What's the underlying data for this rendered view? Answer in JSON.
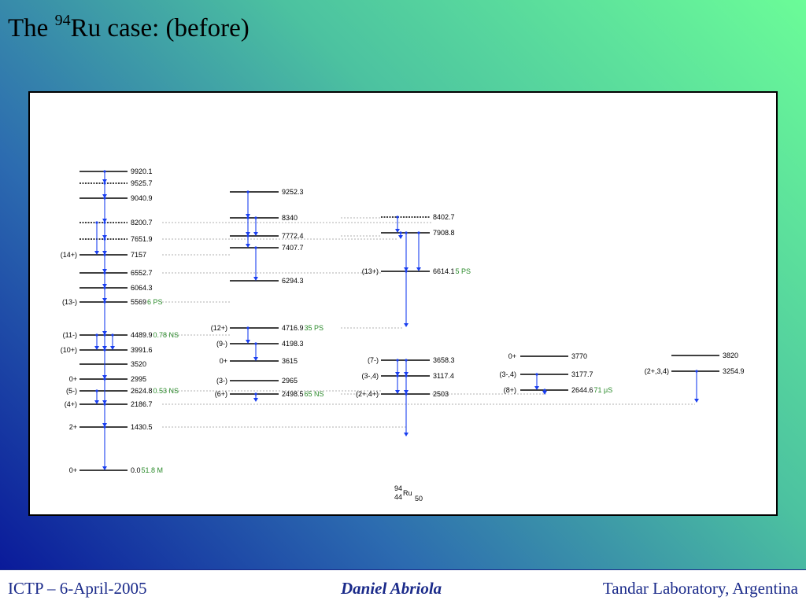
{
  "title": {
    "prefix": "The ",
    "mass": "94",
    "suffix": "Ru case:  (before)"
  },
  "footer": {
    "left": "ICTP – 6-April-2005",
    "center": "Daniel Abriola",
    "right": "Tandar Laboratory, Argentina"
  },
  "nucleus": {
    "mass": "94",
    "z": "44",
    "symbol": "Ru",
    "n": "50"
  },
  "colors": {
    "transition": "#1a3ff0",
    "lifetime": "#2a8a2a",
    "level": "#000000",
    "dotted": "#999999"
  },
  "bands": [
    {
      "id": "b1",
      "levels": [
        {
          "energy": "9920.1",
          "spin": "",
          "style": "solid"
        },
        {
          "energy": "9525.7",
          "spin": "",
          "style": "dotted"
        },
        {
          "energy": "9040.9",
          "spin": "",
          "style": "solid"
        },
        {
          "energy": "8200.7",
          "spin": "",
          "style": "dotted"
        },
        {
          "energy": "7651.9",
          "spin": "",
          "style": "dotted"
        },
        {
          "energy": "7157",
          "spin": "(14+)",
          "style": "solid"
        },
        {
          "energy": "6552.7",
          "spin": "",
          "style": "solid"
        },
        {
          "energy": "6064.3",
          "spin": "",
          "style": "solid"
        },
        {
          "energy": "5569",
          "spin": "(13-)",
          "style": "solid",
          "lifetime": "6 PS"
        },
        {
          "energy": "4489.9",
          "spin": "(11-)",
          "style": "solid",
          "lifetime": "0.78 NS"
        },
        {
          "energy": "3991.6",
          "spin": "(10+)",
          "style": "solid"
        },
        {
          "energy": "3520",
          "spin": "",
          "style": "solid"
        },
        {
          "energy": "2995",
          "spin": "0+",
          "style": "solid"
        },
        {
          "energy": "2624.8",
          "spin": "(5-)",
          "style": "solid",
          "lifetime": "0.53 NS"
        },
        {
          "energy": "2186.7",
          "spin": "(4+)",
          "style": "solid"
        },
        {
          "energy": "1430.5",
          "spin": "2+",
          "style": "solid"
        },
        {
          "energy": "0.0",
          "spin": "0+",
          "style": "solid",
          "lifetime": "51.8 M"
        }
      ]
    },
    {
      "id": "b2",
      "levels": [
        {
          "energy": "9252.3",
          "spin": "",
          "style": "solid"
        },
        {
          "energy": "8340",
          "spin": "",
          "style": "solid"
        },
        {
          "energy": "7772.4",
          "spin": "",
          "style": "solid"
        },
        {
          "energy": "7407.7",
          "spin": "",
          "style": "solid"
        },
        {
          "energy": "6294.3",
          "spin": "",
          "style": "solid"
        },
        {
          "energy": "4716.9",
          "spin": "(12+)",
          "style": "solid",
          "lifetime": "35 PS"
        },
        {
          "energy": "4198.3",
          "spin": "(9-)",
          "style": "solid"
        },
        {
          "energy": "3615",
          "spin": "0+",
          "style": "solid"
        },
        {
          "energy": "2965",
          "spin": "(3-)",
          "style": "solid"
        },
        {
          "energy": "2498.5",
          "spin": "(6+)",
          "style": "solid",
          "lifetime": "65 NS"
        }
      ]
    },
    {
      "id": "b3",
      "levels": [
        {
          "energy": "8402.7",
          "spin": "",
          "style": "dotted"
        },
        {
          "energy": "7908.8",
          "spin": "",
          "style": "solid"
        },
        {
          "energy": "6614.1",
          "spin": "(13+)",
          "style": "solid",
          "lifetime": "5 PS"
        },
        {
          "energy": "3658.3",
          "spin": "(7-)",
          "style": "solid"
        },
        {
          "energy": "3117.4",
          "spin": "(3-,4)",
          "style": "solid"
        },
        {
          "energy": "2503",
          "spin": "(2+,4+)",
          "style": "solid"
        }
      ]
    },
    {
      "id": "b4",
      "levels": [
        {
          "energy": "3770",
          "spin": "0+",
          "style": "solid"
        },
        {
          "energy": "3177.7",
          "spin": "(3-,4)",
          "style": "solid"
        },
        {
          "energy": "2644.6",
          "spin": "(8+)",
          "style": "solid",
          "lifetime": "71 μS"
        }
      ]
    },
    {
      "id": "b5",
      "levels": [
        {
          "energy": "3820",
          "spin": "",
          "style": "solid"
        },
        {
          "energy": "3254.9",
          "spin": "(2+,3,4)",
          "style": "solid"
        }
      ]
    }
  ]
}
